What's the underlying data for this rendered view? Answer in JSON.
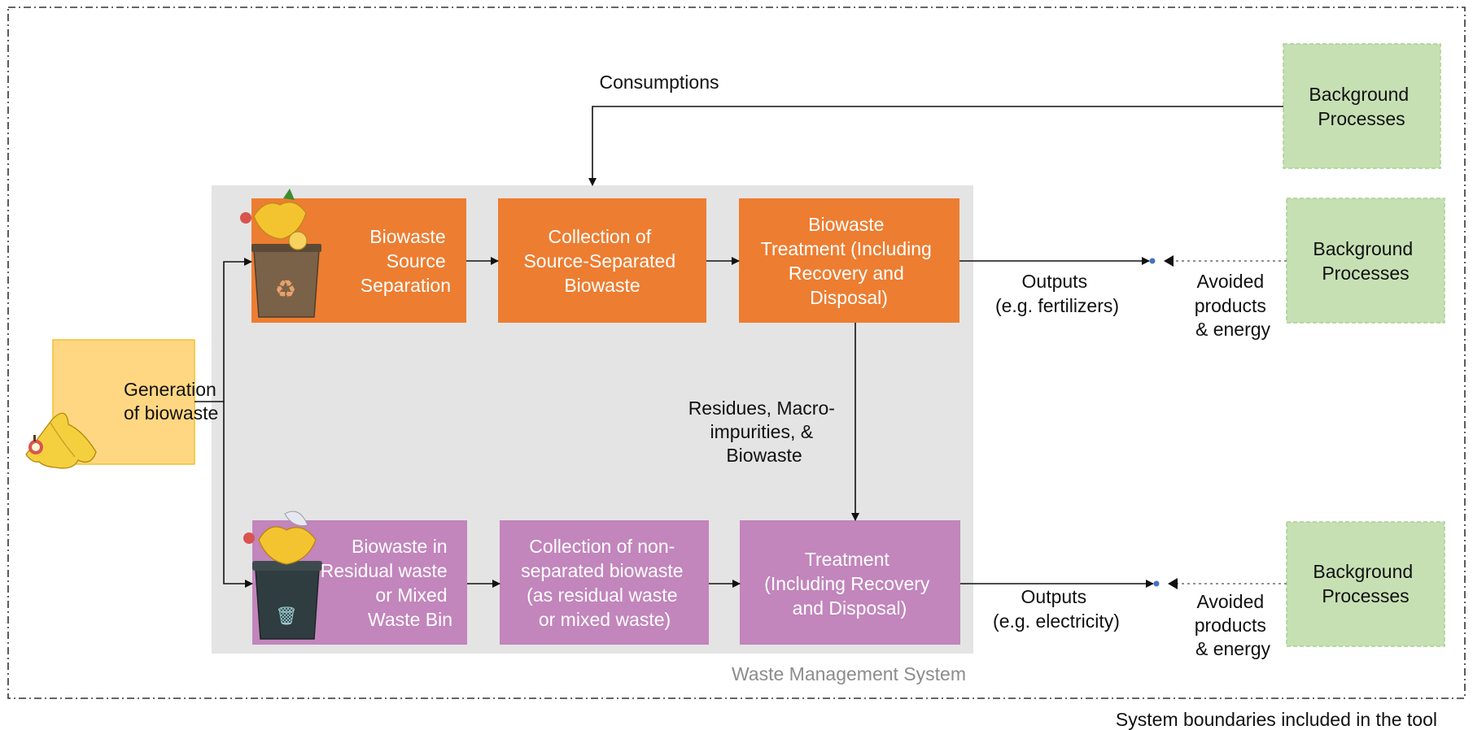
{
  "labels": {
    "system_boundary": "System boundaries included in the tool",
    "wms": "Waste Management System",
    "consumptions": "Consumptions",
    "outputs_top": [
      "Outputs",
      "(e.g. fertilizers)"
    ],
    "outputs_bottom": [
      "Outputs",
      "(e.g. electricity)"
    ],
    "avoided_top": [
      "Avoided",
      "products",
      "& energy"
    ],
    "avoided_bottom": [
      "Avoided",
      "products",
      "& energy"
    ],
    "residues": [
      "Residues, Macro-",
      "impurities, &",
      "Biowaste"
    ]
  },
  "boxes": {
    "generation": [
      "Generation",
      "of biowaste"
    ],
    "source_separation": [
      "Biowaste",
      "Source",
      "Separation"
    ],
    "collection_separated": [
      "Collection of",
      "Source-Separated",
      "Biowaste"
    ],
    "biowaste_treatment": [
      "Biowaste",
      "Treatment (Including",
      "Recovery and",
      "Disposal)"
    ],
    "residual_bin": [
      "Biowaste in",
      "Residual waste",
      "or Mixed",
      "Waste Bin"
    ],
    "collection_nonseparated": [
      "Collection of non-",
      "separated biowaste",
      "(as residual waste",
      "or mixed waste)"
    ],
    "treatment": [
      "Treatment",
      "(Including Recovery",
      "and Disposal)"
    ],
    "background_1": [
      "Background",
      "Processes"
    ],
    "background_2": [
      "Background",
      "Processes"
    ],
    "background_3": [
      "Background",
      "Processes"
    ]
  },
  "colors": {
    "orange": "#ED7D31",
    "purple": "#C285BC",
    "green": "#C6E0B4",
    "yellow": "#FFD782",
    "wms_bg": "#E4E4E4"
  },
  "icons": [
    "banana-peel-icon",
    "recycling-bin-icon",
    "trash-bin-icon",
    "apple-core-icon"
  ]
}
